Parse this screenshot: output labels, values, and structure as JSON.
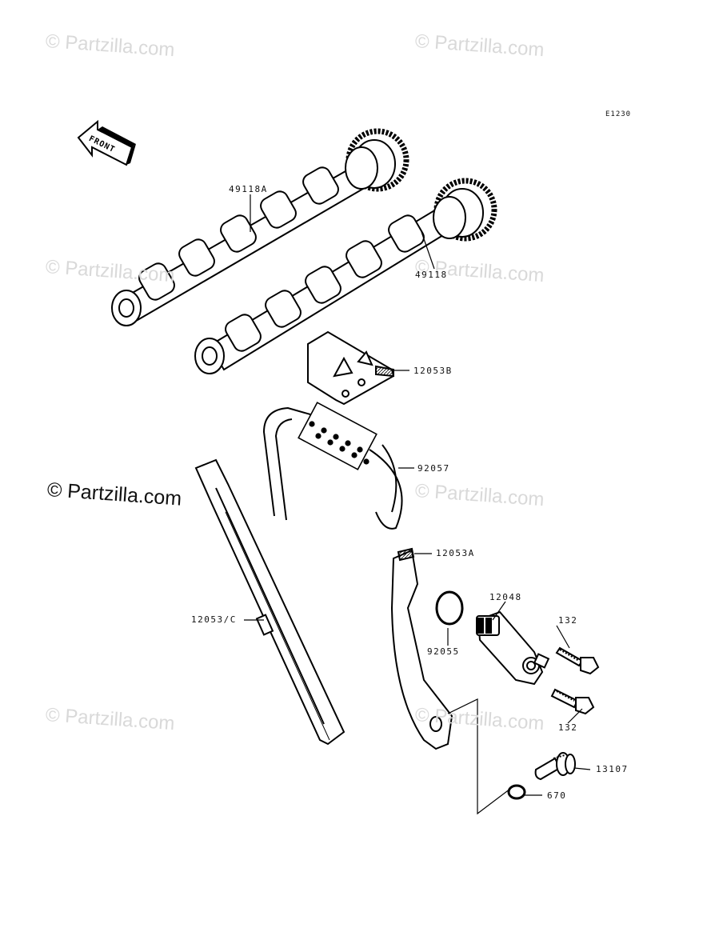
{
  "watermark": "© Partzilla.com",
  "diagram_code": "E1230",
  "front_arrow_label": "FRONT",
  "parts": {
    "camshaft_a": "49118A",
    "camshaft": "49118",
    "guide_b": "12053B",
    "chain": "92057",
    "guide_c": "12053/C",
    "guide_a": "12053A",
    "tensioner": "12048",
    "o_ring": "92055",
    "bolt_upper": "132",
    "bolt_lower": "132",
    "bolt_pivot": "13107",
    "washer": "670"
  }
}
